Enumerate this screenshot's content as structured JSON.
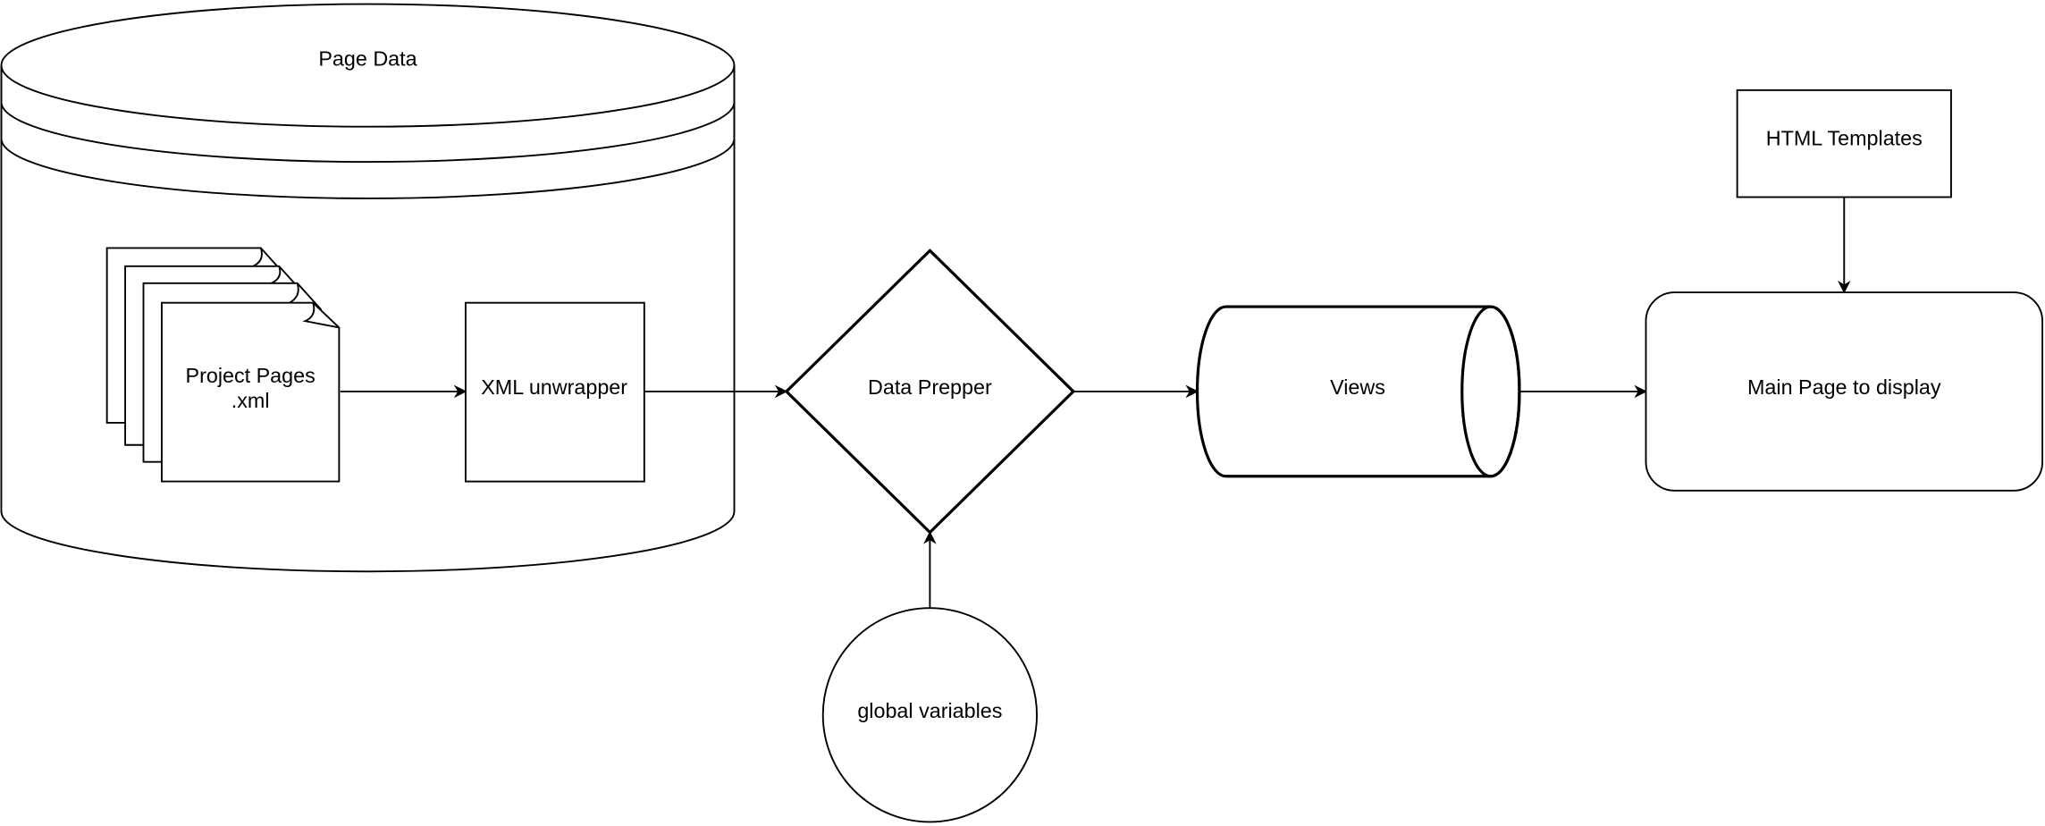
{
  "diagram": {
    "nodes": {
      "page_data": {
        "label": "Page Data",
        "shape": "database-cylinder"
      },
      "project_pages": {
        "label_line1": "Project Pages",
        "label_line2": ".xml",
        "shape": "multiple-documents"
      },
      "xml_unwrapper": {
        "label": "XML unwrapper",
        "shape": "rectangle"
      },
      "data_prepper": {
        "label": "Data Prepper",
        "shape": "diamond"
      },
      "views": {
        "label": "Views",
        "shape": "horizontal-cylinder"
      },
      "main_page": {
        "label": "Main Page to display",
        "shape": "rounded-rectangle"
      },
      "html_templates": {
        "label": "HTML Templates",
        "shape": "rectangle"
      },
      "global_variables": {
        "label": "global variables",
        "shape": "circle"
      }
    },
    "edges": [
      {
        "from": "Project Pages .xml",
        "to": "XML unwrapper"
      },
      {
        "from": "XML unwrapper",
        "to": "Data Prepper"
      },
      {
        "from": "global variables",
        "to": "Data Prepper"
      },
      {
        "from": "Data Prepper",
        "to": "Views"
      },
      {
        "from": "Views",
        "to": "Main Page to display"
      },
      {
        "from": "HTML Templates",
        "to": "Main Page to display"
      }
    ]
  }
}
